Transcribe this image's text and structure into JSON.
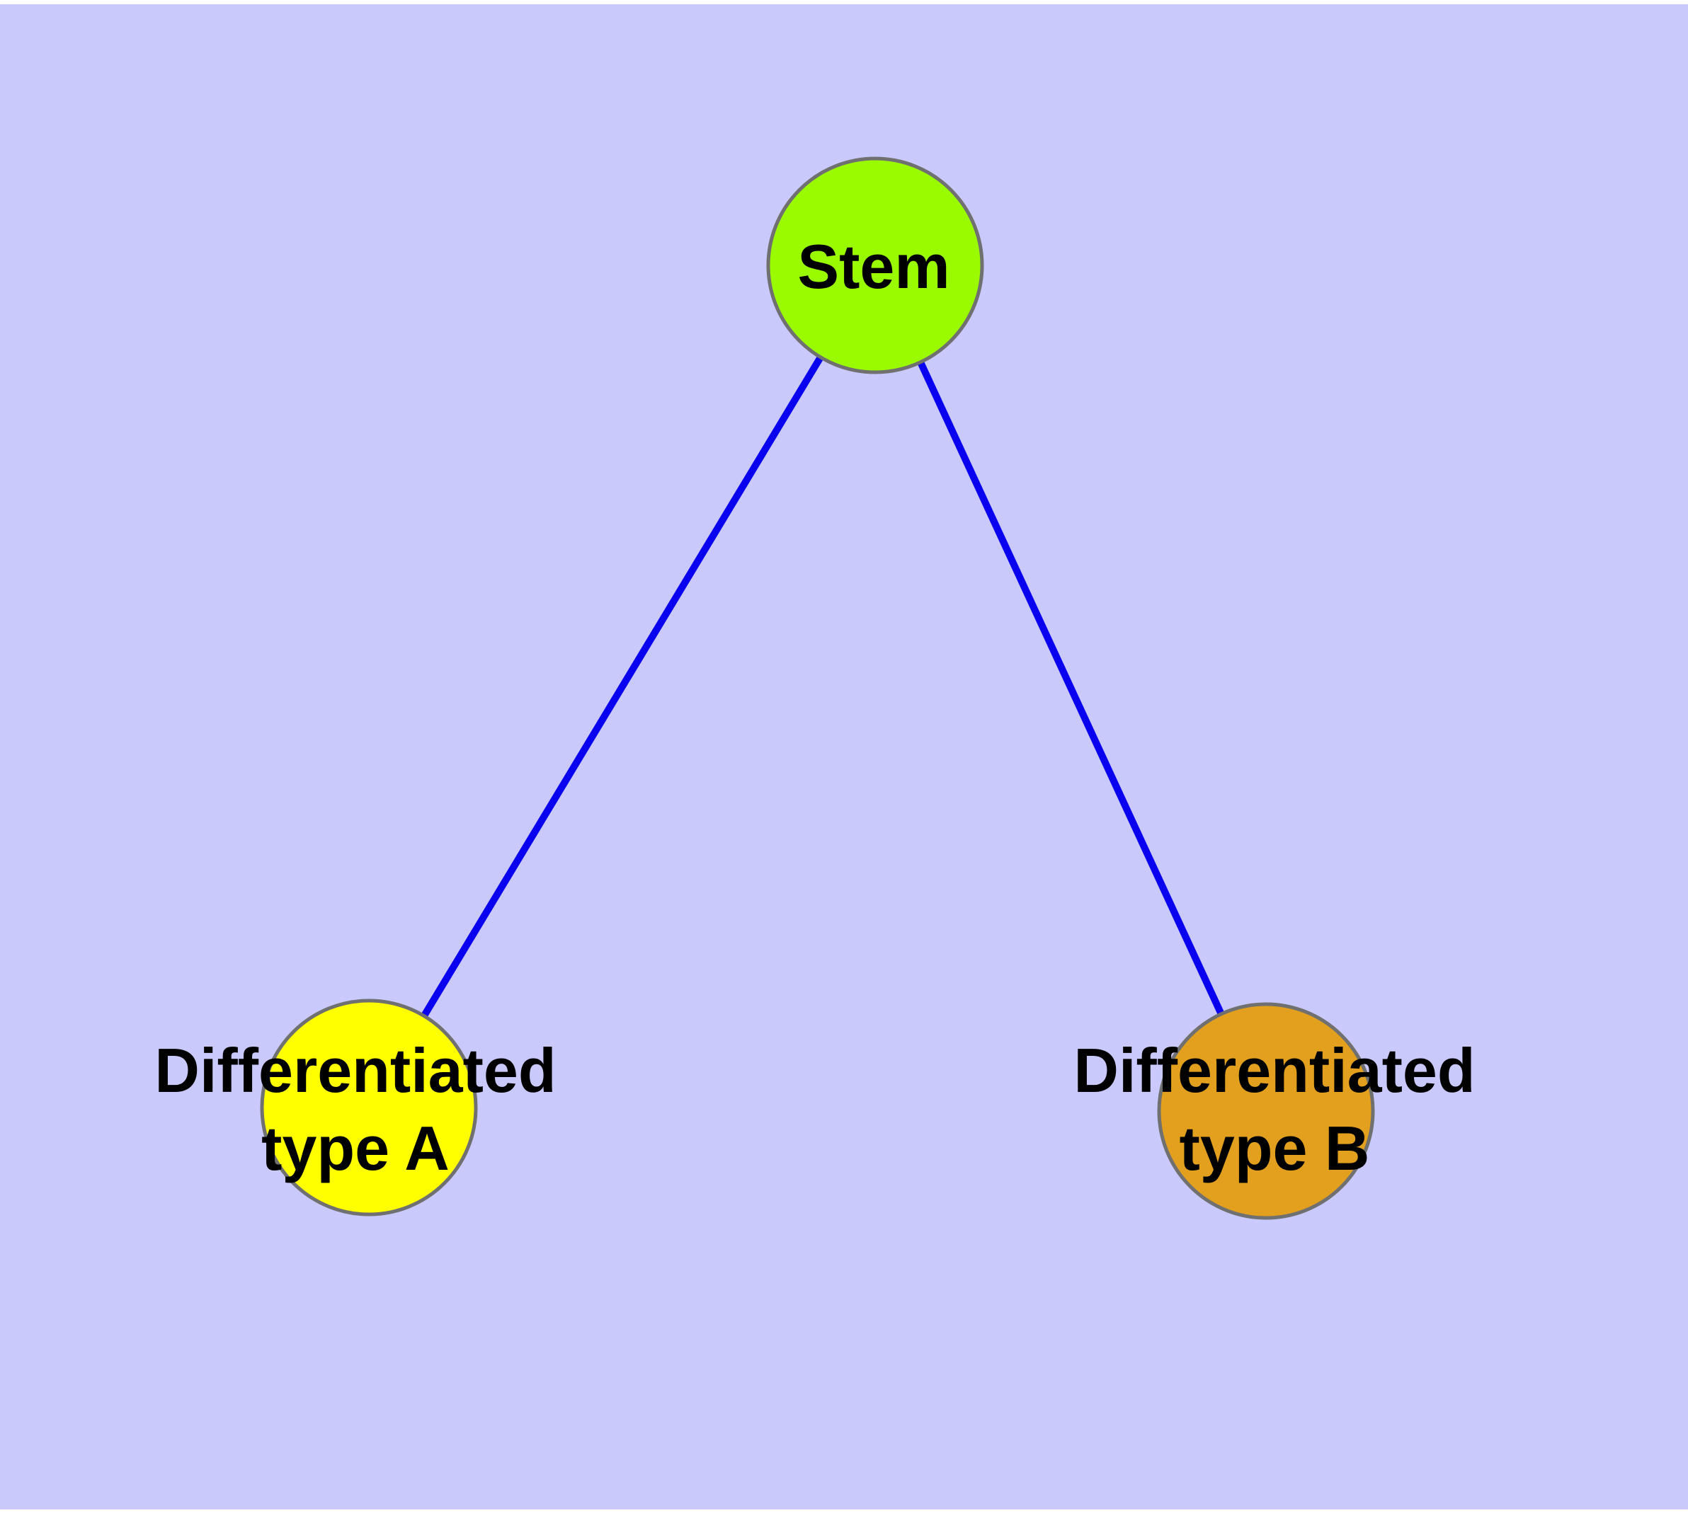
{
  "diagram": {
    "type": "graph",
    "background_color": "#c9c9fb",
    "margin_color": "#ffffff",
    "edge_color": "#0a00f0",
    "node_border_color": "#707070",
    "label_color": "#000000",
    "nodes": [
      {
        "id": "stem",
        "label": "Stem",
        "label_lines": [
          "Stem"
        ],
        "fill": "#9afb00"
      },
      {
        "id": "differentiated-type-a",
        "label": "Differentiated type A",
        "label_lines": [
          "Differentiated",
          "type A"
        ],
        "fill": "#ffff00"
      },
      {
        "id": "differentiated-type-b",
        "label": "Differentiated type B",
        "label_lines": [
          "Differentiated",
          "type B"
        ],
        "fill": "#e3a01e"
      }
    ],
    "edges": [
      {
        "from": "Stem",
        "to": "Differentiated type A"
      },
      {
        "from": "Stem",
        "to": "Differentiated type B"
      }
    ]
  }
}
